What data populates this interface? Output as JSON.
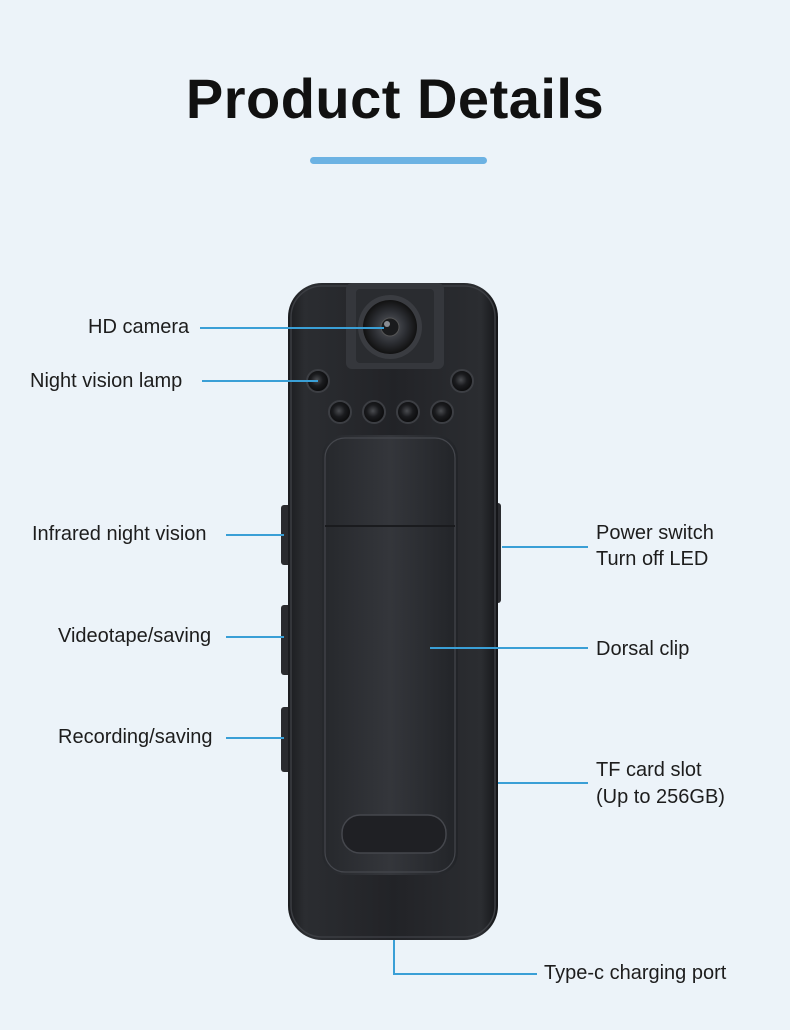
{
  "title": "Product Details",
  "accent_color": "#3a9fd6",
  "labels": {
    "hd_camera": "HD camera",
    "night_vision_lamp": "Night vision lamp",
    "infrared_night_vision": "Infrared night vision",
    "videotape_saving": "Videotape/saving",
    "recording_saving": "Recording/saving",
    "power_switch_line1": "Power switch",
    "power_switch_line2": "Turn off LED",
    "dorsal_clip": "Dorsal clip",
    "tf_card_line1": "TF card slot",
    "tf_card_line2": "(Up to 256GB)",
    "type_c": "Type-c charging port"
  }
}
